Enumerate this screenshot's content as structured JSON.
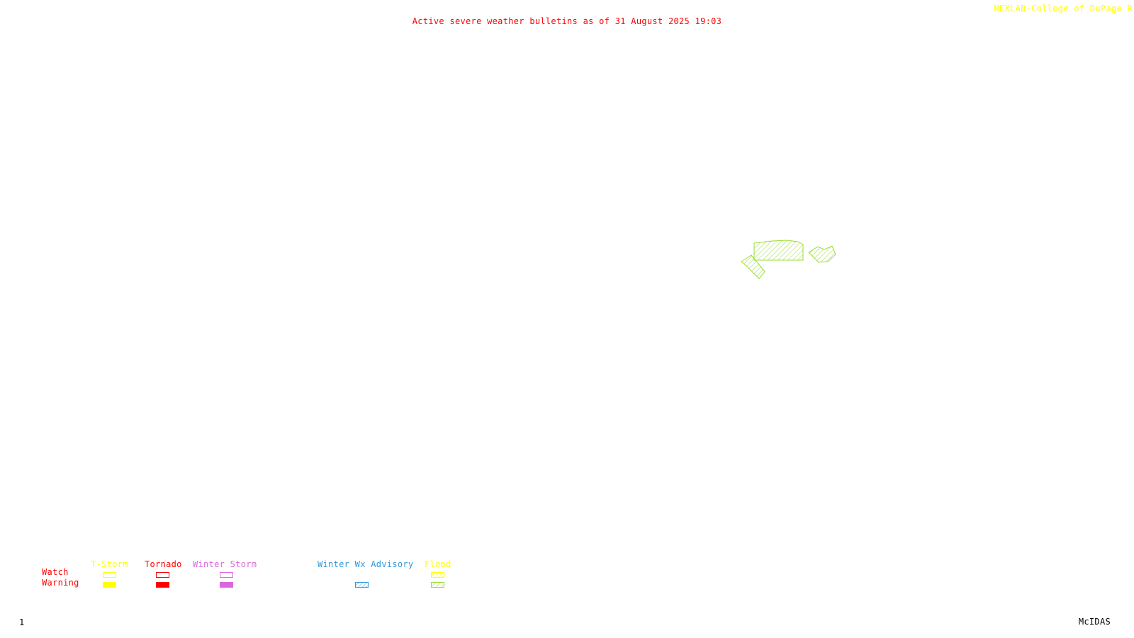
{
  "header": {
    "title": "Active severe weather bulletins as of 31 August 2025 19:03",
    "title_color": "#ff0000",
    "brand": "NEXLAB-College of DuPage R",
    "brand_color": "#ffff00"
  },
  "footer": {
    "frame_number": "1",
    "software": "McIDAS",
    "text_color": "#000000"
  },
  "legend": {
    "row_labels": {
      "watch": "Watch",
      "warning": "Warning",
      "color": "#ff0000"
    },
    "categories": [
      {
        "id": "tstorm",
        "label": "T-Storm",
        "color": "#ffff00",
        "watch_style": "outline",
        "warning_style": "solid"
      },
      {
        "id": "tornado",
        "label": "Tornado",
        "color": "#ff0000",
        "watch_style": "outline",
        "warning_style": "solid"
      },
      {
        "id": "winter-storm",
        "label": "Winter Storm",
        "color": "#dd66dd",
        "watch_style": "outline",
        "warning_style": "solid"
      },
      {
        "id": "winter-wx-advisory",
        "label": "Winter Wx Advisory",
        "color": "#3399dd",
        "watch_style": "none",
        "warning_style": "hatched"
      },
      {
        "id": "flood",
        "label": "Flood",
        "color": "#ffff00",
        "hatch_color": "#99dd33",
        "watch_style": "hatched",
        "warning_style": "hatched"
      }
    ]
  },
  "map": {
    "active_bulletins": [
      {
        "type": "Flood Warning",
        "color": "#99dd33",
        "fill": "hatched"
      },
      {
        "type": "Flood Warning",
        "color": "#99dd33",
        "fill": "hatched"
      },
      {
        "type": "Flood Warning",
        "color": "#99dd33",
        "fill": "hatched"
      }
    ]
  }
}
